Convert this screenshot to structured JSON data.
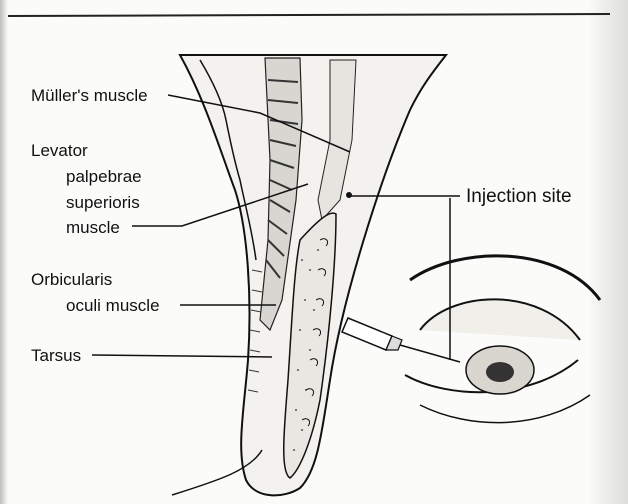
{
  "labels": {
    "muller": "Müller's muscle",
    "levator_1": "Levator",
    "levator_2": "palpebrae",
    "levator_3": "superioris",
    "levator_4": "muscle",
    "orbicularis_1": "Orbicularis",
    "orbicularis_2": "oculi muscle",
    "tarsus": "Tarsus",
    "injection": "Injection site"
  },
  "colors": {
    "ink": "#111111",
    "paper": "#fbfbf9"
  }
}
